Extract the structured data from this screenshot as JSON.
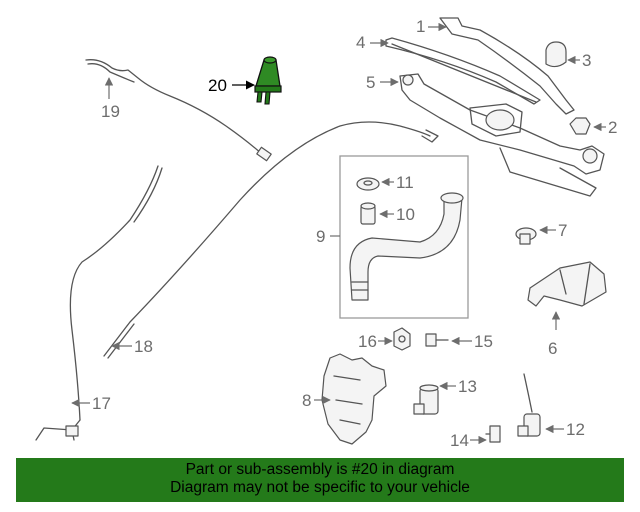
{
  "callouts": {
    "c1": "1",
    "c2": "2",
    "c3": "3",
    "c4": "4",
    "c5": "5",
    "c6": "6",
    "c7": "7",
    "c8": "8",
    "c9": "9",
    "c10": "10",
    "c11": "11",
    "c12": "12",
    "c13": "13",
    "c14": "14",
    "c15": "15",
    "c16": "16",
    "c17": "17",
    "c18": "18",
    "c19": "19",
    "c20": "20"
  },
  "highlight": {
    "part_number": "20",
    "color": "#247a1a"
  },
  "banner": {
    "line1": "Part or sub-assembly is #20 in diagram",
    "line2": "Diagram may not be specific to your vehicle"
  }
}
